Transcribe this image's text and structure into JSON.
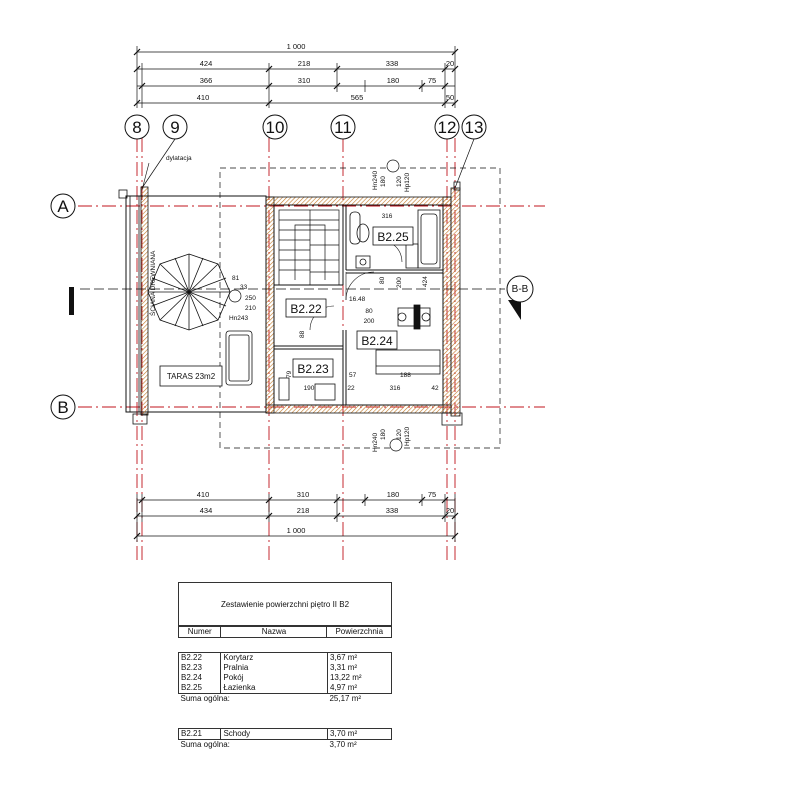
{
  "dims_top_row1": {
    "total": "1 000"
  },
  "dims_top_row2": [
    "424",
    "218",
    "338",
    "20"
  ],
  "dims_top_row3": [
    "366",
    "310",
    "180",
    "75"
  ],
  "dims_top_row4": [
    "410",
    "565",
    "50"
  ],
  "dims_bottom_row1": [
    "410",
    "310",
    "180",
    "75"
  ],
  "dims_bottom_row2": [
    "434",
    "218",
    "338",
    "20"
  ],
  "dims_bottom_row3": {
    "total": "1 000"
  },
  "axes": {
    "a8": "8",
    "a9": "9",
    "a10": "10",
    "a11": "11",
    "a12": "12",
    "a13": "13",
    "aA": "A",
    "aB": "B"
  },
  "section_marker": "B-B",
  "notes": {
    "dylatacja": "dylatacja",
    "sciana": "ŚCIANA DREWNIANA",
    "taras": "TARAS 23m2",
    "top_hn": "Hn240",
    "top_180": "180",
    "top_120": "120",
    "top_hp": "Hp120",
    "bot_hn": "Hn240",
    "bot_180": "180",
    "bot_120": "120",
    "bot_hp": "Hp120",
    "w81": "81",
    "w33": "33",
    "w250": "250",
    "w210": "210",
    "hn243": "Hn243",
    "d316a": "316",
    "d316b": "316",
    "d80": "80",
    "d200": "200",
    "d80b": "80",
    "d200b": "200",
    "d424": "424",
    "d57": "57",
    "d188": "188",
    "d190": "190",
    "d22": "22",
    "d42": "42",
    "d79": "79",
    "d88": "88",
    "d348": "16.48"
  },
  "rooms": {
    "b222": "B2.22",
    "b223": "B2.23",
    "b224": "B2.24",
    "b225": "B2.25"
  },
  "table": {
    "title": "Zestawienie powierzchni piętro II B2",
    "headers": [
      "Numer",
      "Nazwa",
      "Powierzchnia"
    ],
    "group1": [
      {
        "num": "B2.22",
        "name": "Korytarz",
        "area": "3,67 m²"
      },
      {
        "num": "B2.23",
        "name": "Pralnia",
        "area": "3,31 m²"
      },
      {
        "num": "B2.24",
        "name": "Pokój",
        "area": "13,22 m²"
      },
      {
        "num": "B2.25",
        "name": "Łazienka",
        "area": "4,97 m²"
      }
    ],
    "sum1_label": "Suma ogólna:",
    "sum1_value": "25,17 m²",
    "group2": [
      {
        "num": "B2.21",
        "name": "Schody",
        "area": "3,70 m²"
      }
    ],
    "sum2_label": "Suma ogólna:",
    "sum2_value": "3,70 m²"
  },
  "colors": {
    "axis": "#c0141c",
    "wall": "#1a1a1a",
    "hatch": "#c07a2a"
  }
}
